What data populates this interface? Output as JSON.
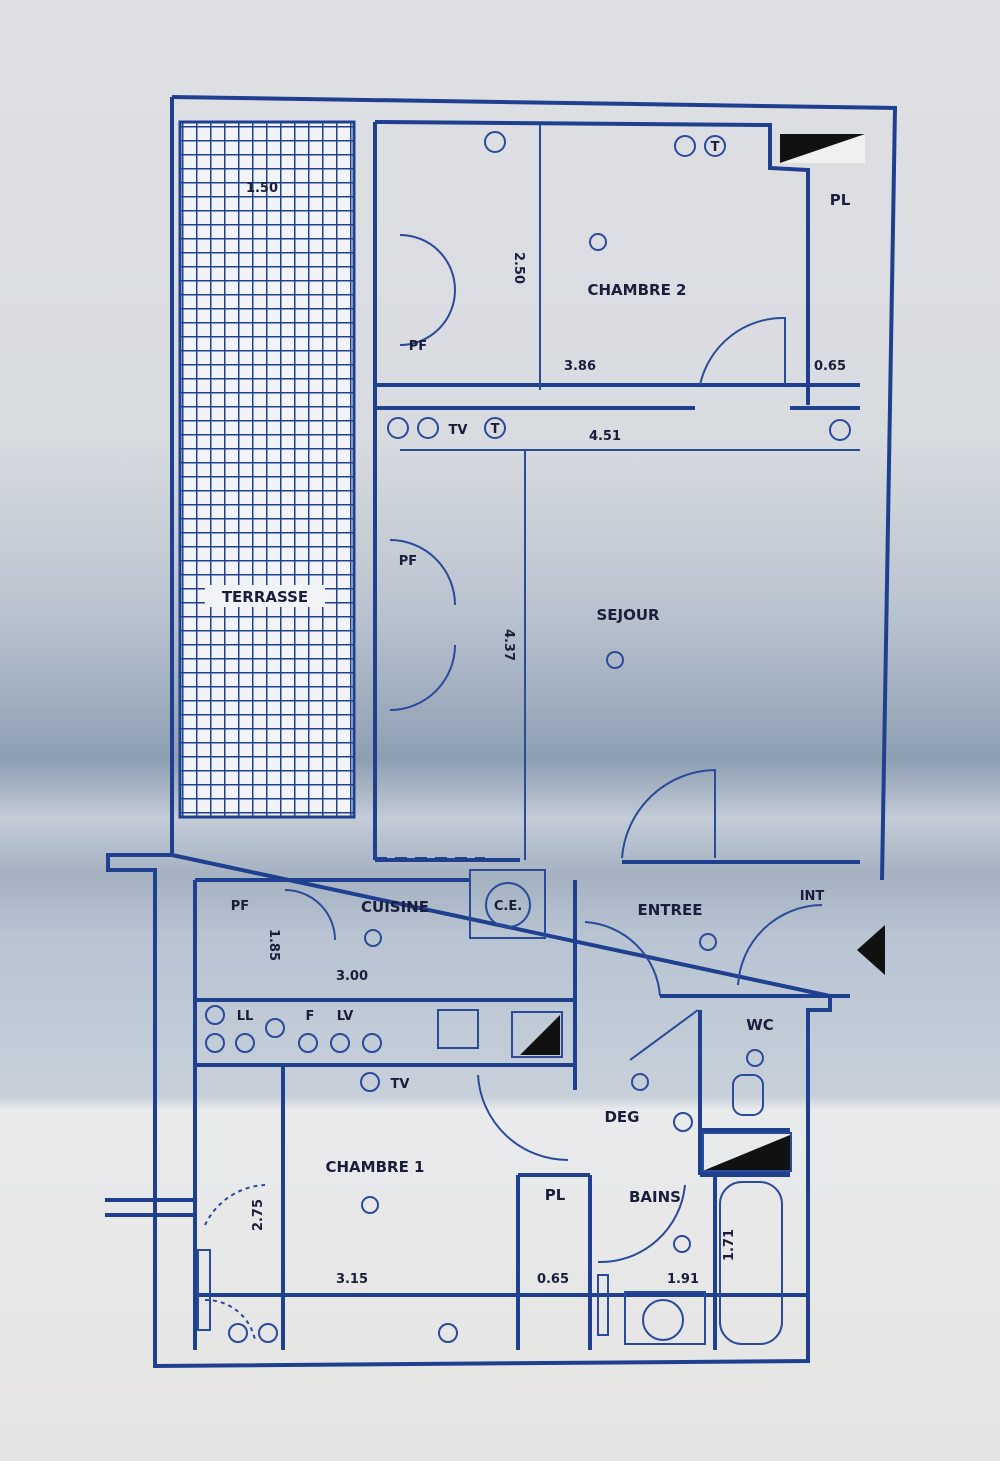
{
  "rooms": {
    "terrasse": "TERRASSE",
    "chambre2": "CHAMBRE 2",
    "sejour": "SEJOUR",
    "cuisine": "CUISINE",
    "entree": "ENTREE",
    "wc": "WC",
    "deg": "DEG",
    "chambre1": "CHAMBRE 1",
    "bains": "BAINS",
    "pl_top": "PL",
    "pl_bottom": "PL",
    "pf_top": "PF",
    "pf_sejour": "PF",
    "pf_cuisine": "PF",
    "ce": "C.E."
  },
  "dimensions": {
    "terrasse_width": "1.50",
    "chambre2_depth": "2.50",
    "chambre2_width": "3.86",
    "pl_top_width": "0.65",
    "sejour_width": "4.51",
    "sejour_depth": "4.37",
    "cuisine_width": "3.00",
    "cuisine_depth": "1.85",
    "chambre1_depth": "2.75",
    "chambre1_width": "3.15",
    "pl_bottom_width": "0.65",
    "bains_width": "1.91",
    "bains_depth": "1.71"
  },
  "symbols": {
    "tv_sejour": "TV",
    "t_sejour": "T",
    "t_chambre2": "T",
    "tv_chambre1": "TV",
    "ll": "LL",
    "lv": "LV",
    "f": "F",
    "int": "INT"
  },
  "colors": {
    "line": "#1f3f8f",
    "text": "#1a1e3a"
  }
}
